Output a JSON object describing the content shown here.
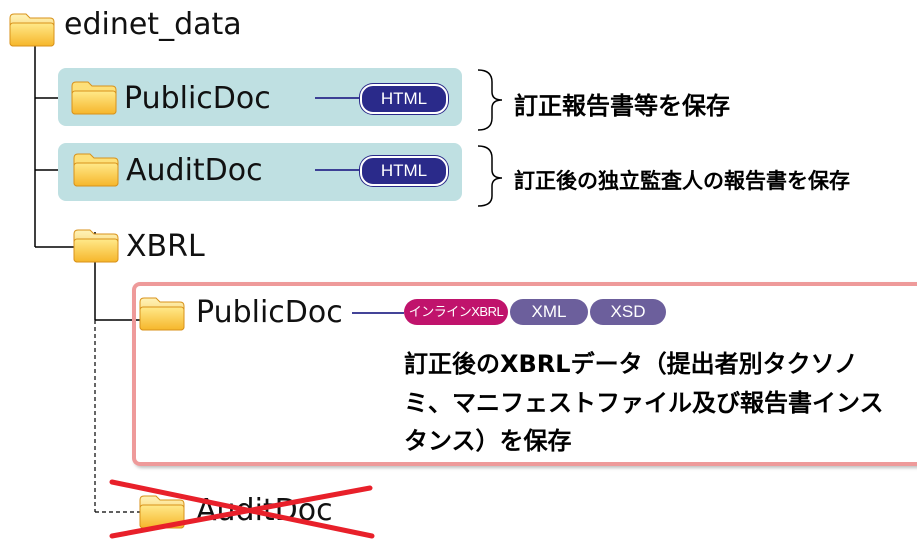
{
  "tree": {
    "root_label": "edinet_data",
    "public_doc_label": "PublicDoc",
    "audit_doc_label": "AuditDoc",
    "xbrl_label": "XBRL",
    "xbrl_public_doc_label": "PublicDoc",
    "xbrl_audit_doc_label": "AuditDoc"
  },
  "badges": {
    "html_1": "HTML",
    "html_2": "HTML",
    "inline_xbrl": "インラインXBRL",
    "xml": "XML",
    "xsd": "XSD"
  },
  "notes": {
    "public_doc": "訂正報告書等を保存",
    "audit_doc": "訂正後の独立監査人の報告書を保存",
    "xbrl_line1": "訂正後のXBRLデータ（提出者別タクソノ",
    "xbrl_line2": "ミ、マニフェストファイル及び報告書インス",
    "xbrl_line3": "タンス）を保存"
  },
  "colors": {
    "highlight_bg": "#bfe0e2",
    "html_badge": "#2a2a8a",
    "inline_xbrl_badge": "#c0136c",
    "xml_badge": "#6c5f9c",
    "pink_border": "#ee9a9a",
    "cross": "#e8202a"
  },
  "icons": {
    "folder": "folder-icon",
    "deleted_mark": "cross-out-icon"
  }
}
